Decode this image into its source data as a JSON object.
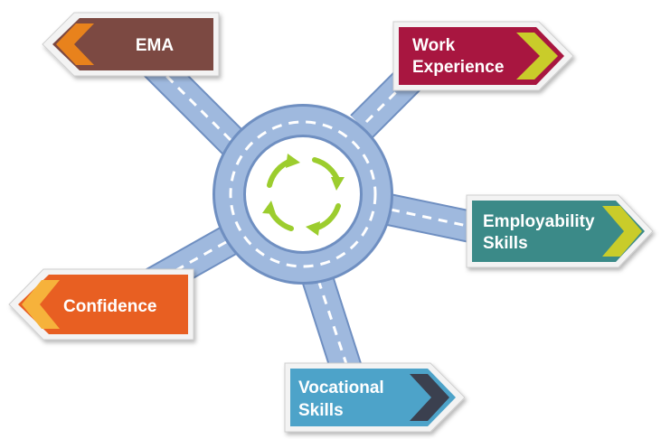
{
  "signs": {
    "ema": {
      "label": "EMA",
      "color": "#7b4a42",
      "arrow_color": "#e8821e"
    },
    "work_experience": {
      "line1": "Work",
      "line2": "Experience",
      "color": "#a8173f",
      "arrow_color": "#c9cc2a"
    },
    "employability_skills": {
      "line1": "Employability",
      "line2": "Skills",
      "color": "#3a8a88",
      "arrow_color": "#c9cc2a"
    },
    "confidence": {
      "label": "Confidence",
      "color": "#e85f24",
      "arrow_color": "#f6b23a"
    },
    "vocational_skills": {
      "line1": "Vocational",
      "line2": "Skills",
      "color": "#4ea3c9",
      "arrow_color": "#3b3f50"
    }
  },
  "roundabout": {
    "road_color": "#9fb9de",
    "road_edge_color": "#6f8fc1",
    "centre_color": "#ffffff",
    "cycle_arrow_color": "#9ccd2e"
  }
}
